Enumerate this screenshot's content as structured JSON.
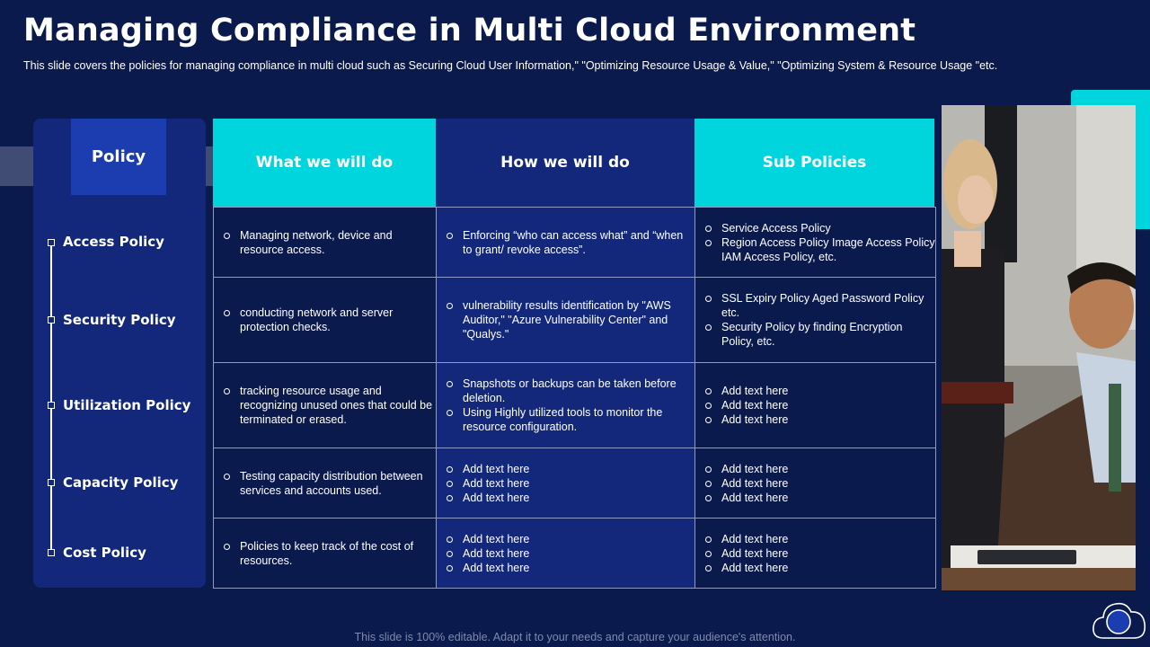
{
  "title": "Managing Compliance in Multi Cloud Environment",
  "subtitle": "This slide covers the policies for managing compliance in multi cloud such as Securing Cloud User Information,\"  \"Optimizing Resource Usage & Value,\" \"Optimizing System & Resource Usage \"etc.",
  "footer": "This slide is 100% editable. Adapt it to your needs and capture your audience's attention.",
  "colors": {
    "background": "#0b1a4c",
    "teal": "#00d4dc",
    "navy_column": "#13287a",
    "dark_cell": "#0b1a4c"
  },
  "policy_header": "Policy",
  "policies": [
    "Access Policy",
    "Security Policy",
    "Utilization Policy",
    "Capacity Policy",
    "Cost Policy"
  ],
  "columns": [
    "What we will do",
    "How we will do",
    "Sub Policies"
  ],
  "rows": [
    {
      "what": [
        "Managing network, device and resource access."
      ],
      "how": [
        "Enforcing “who can access what” and “when to grant/ revoke access”."
      ],
      "sub": [
        "Service Access Policy",
        "Region Access Policy Image Access Policy IAM Access Policy, etc."
      ]
    },
    {
      "what": [
        "conducting network and server protection checks."
      ],
      "how": [
        "vulnerability results identification by \"AWS Auditor,\" \"Azure Vulnerability Center\" and \"Qualys.\""
      ],
      "sub": [
        "SSL Expiry Policy Aged Password Policy etc.",
        "Security Policy by finding Encryption Policy, etc."
      ]
    },
    {
      "what": [
        "tracking resource usage and recognizing unused ones that could be terminated or erased."
      ],
      "how": [
        "Snapshots or backups can be taken before deletion.",
        "Using Highly utilized tools to monitor the resource configuration."
      ],
      "sub": [
        "Add text here",
        "Add text here",
        "Add text here"
      ]
    },
    {
      "what": [
        "Testing capacity distribution between services and accounts used."
      ],
      "how": [
        "Add text here",
        "Add text here",
        "Add text here"
      ],
      "sub": [
        "Add text here",
        "Add text here",
        "Add text here"
      ]
    },
    {
      "what": [
        "Policies to keep track of the cost of resources."
      ],
      "how": [
        "Add text here",
        "Add text here",
        "Add text here"
      ],
      "sub": [
        "Add text here",
        "Add text here",
        "Add text here"
      ]
    }
  ],
  "icons": {
    "logo": "cloud-icon"
  }
}
